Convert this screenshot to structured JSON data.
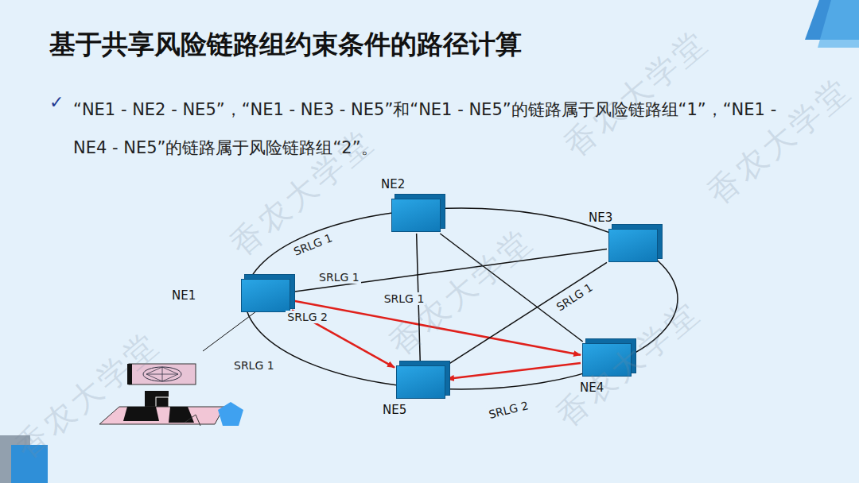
{
  "diagram": {
    "title": "基于共享风险链路组约束条件的路径计算",
    "nodes": [
      {
        "text": [
          "NE1"
        ]
      },
      {
        "text": [
          "NE2"
        ]
      },
      {
        "text": [
          "NE3"
        ]
      },
      {
        "text": [
          "NE4"
        ]
      },
      {
        "text": [
          "NE5"
        ]
      }
    ],
    "edges": [
      {
        "from": 0,
        "to": 4,
        "arrow": "to",
        "label": "SRLG 2"
      },
      {
        "from": 0,
        "to": 3,
        "arrow": "to"
      },
      {
        "from": 3,
        "to": 4,
        "arrow": "to"
      },
      {
        "from": 0,
        "to": 2,
        "arrow": "none",
        "label": "SRLG 1"
      },
      {
        "from": 1,
        "to": 4,
        "arrow": "none",
        "label": "SRLG 1"
      },
      {
        "from": 1,
        "to": 3,
        "arrow": "none"
      },
      {
        "from": 2,
        "to": 4,
        "arrow": "none",
        "label": "SRLG 1"
      }
    ],
    "labels": [
      "✓",
      "“NE1 - NE2 - NE5”，“NE1 - NE3 - NE5”和“NE1 - NE5”的链路属于风险链路组“1”，“NE1 - NE4 - NE5”的链路属于风险链路组“2”。",
      "SRLG 1",
      "SRLG 1",
      "SRLG 2",
      "香农大学堂",
      "香农大学堂",
      "香农大学堂",
      "香农大学堂",
      "香农大学堂",
      "香农大学堂"
    ]
  }
}
